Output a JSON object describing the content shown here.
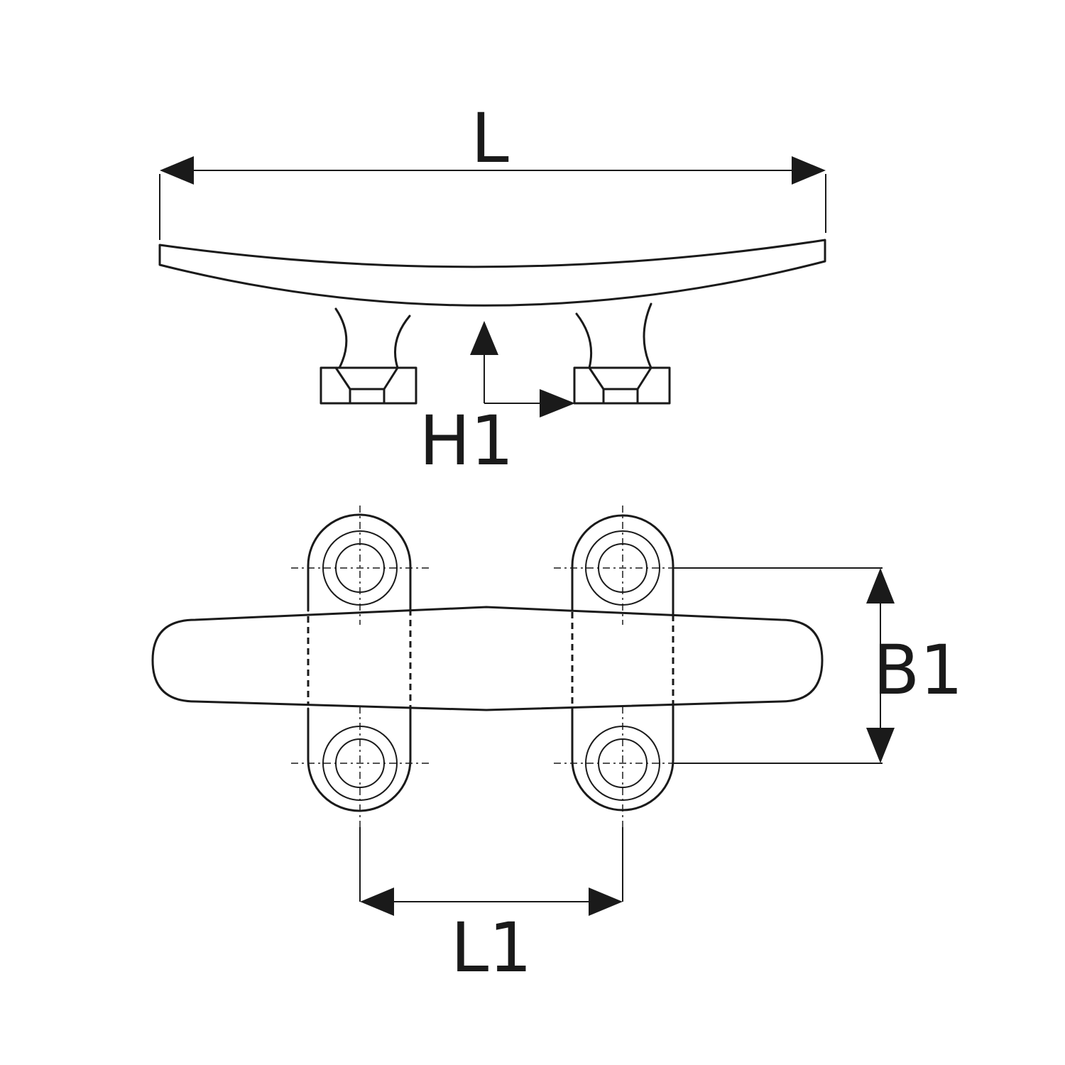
{
  "dimensions": {
    "length_label": "L",
    "height_label": "H1",
    "width_label": "B1",
    "hole_spacing_label": "L1"
  },
  "colors": {
    "line": "#1a1a1a",
    "background": "#ffffff"
  }
}
